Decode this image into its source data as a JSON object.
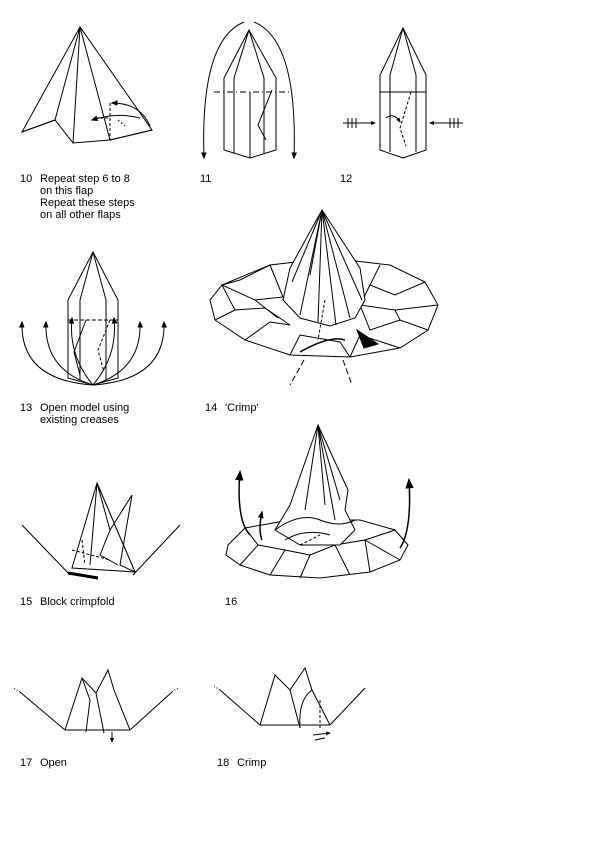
{
  "steps": [
    {
      "number": "10",
      "lines": [
        "Repeat step 6 to 8",
        "on this flap",
        "Repeat these steps",
        "on all other flaps"
      ]
    },
    {
      "number": "11",
      "lines": []
    },
    {
      "number": "12",
      "lines": []
    },
    {
      "number": "13",
      "lines": [
        "Open model using",
        "existing creases"
      ]
    },
    {
      "number": "14",
      "lines": [
        "'Crimp'"
      ]
    },
    {
      "number": "15",
      "lines": [
        "Block crimpfold"
      ]
    },
    {
      "number": "16",
      "lines": []
    },
    {
      "number": "17",
      "lines": [
        "Open"
      ]
    },
    {
      "number": "18",
      "lines": [
        "Crimp"
      ]
    }
  ]
}
